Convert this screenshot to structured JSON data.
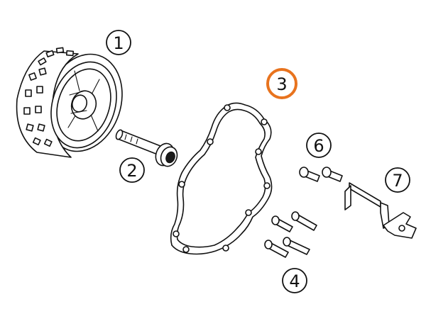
{
  "callouts": [
    {
      "id": "1",
      "label": "1",
      "highlighted": false
    },
    {
      "id": "2",
      "label": "2",
      "highlighted": false
    },
    {
      "id": "3",
      "label": "3",
      "highlighted": true
    },
    {
      "id": "4",
      "label": "4",
      "highlighted": false
    },
    {
      "id": "6",
      "label": "6",
      "highlighted": false
    },
    {
      "id": "7",
      "label": "7",
      "highlighted": false
    }
  ],
  "colors": {
    "highlight": "#e8731e",
    "ink": "#111111",
    "background": "#ffffff"
  }
}
